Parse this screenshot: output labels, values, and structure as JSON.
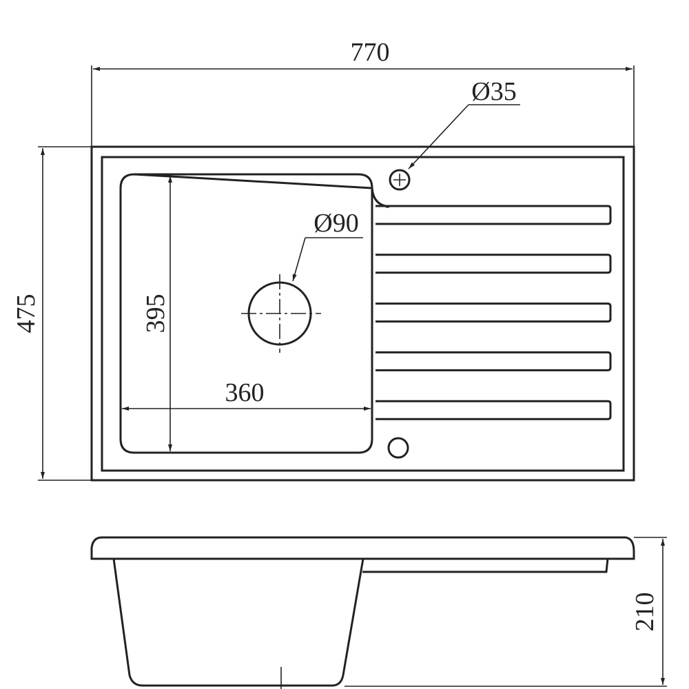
{
  "title": "Kitchen sink with drainer – technical drawing",
  "dimensions": {
    "overall_width": "770",
    "overall_depth": "475",
    "bowl_length": "395",
    "bowl_width": "360",
    "tap_hole": "Ø35",
    "drain_hole": "Ø90",
    "height": "210"
  },
  "drainer": {
    "groove_count": 5
  },
  "colors": {
    "line": "#222222",
    "background": "#ffffff"
  }
}
